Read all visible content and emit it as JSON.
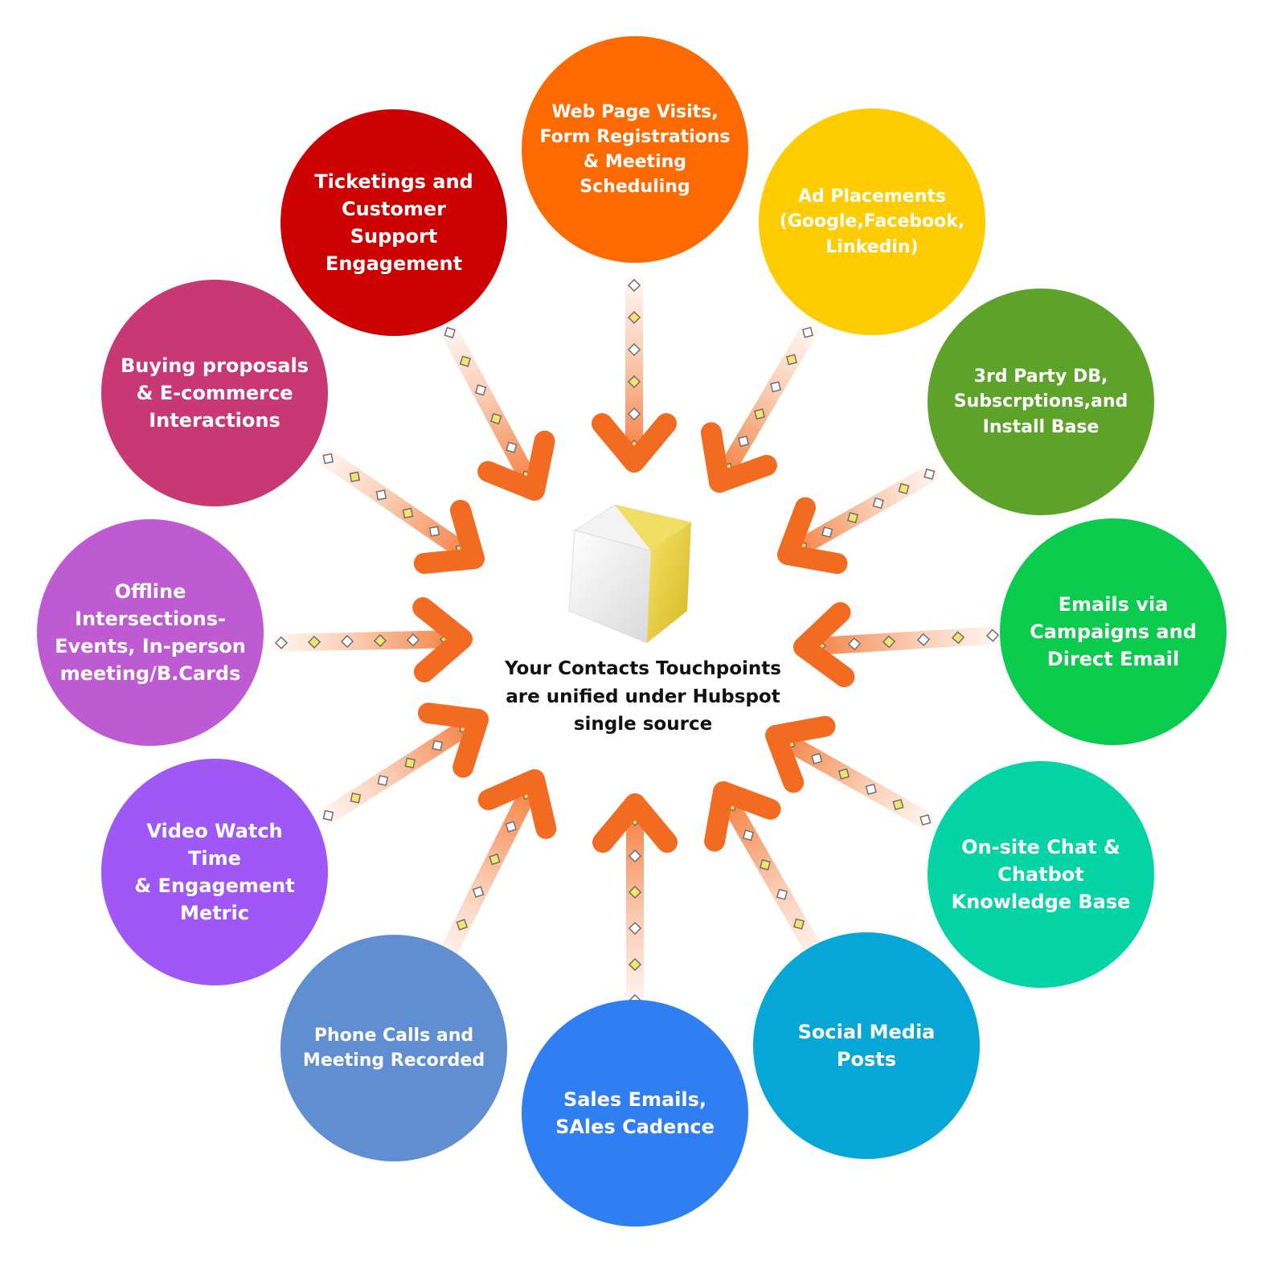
{
  "center": {
    "caption": "Your Contacts Touchpoints\nare unified under Hubspot\nsingle source"
  },
  "arrow_color": "#F26B21",
  "touchpoints": [
    {
      "id": "web-page-visits",
      "label": "Web Page Visits,\nForm Registrations\n& Meeting\nScheduling",
      "color": "#FF6A00",
      "small": true
    },
    {
      "id": "ad-placements",
      "label": "Ad Placements\n(Google,Facebook,\nLinkedin)",
      "color": "#FFCC00",
      "small": true
    },
    {
      "id": "third-party-db",
      "label": "3rd Party DB,\nSubscrptions,and\nInstall Base",
      "color": "#5DA32A",
      "small": true
    },
    {
      "id": "emails-via-campaigns",
      "label": "Emails via\nCampaigns and\nDirect Email",
      "color": "#0ACB4C",
      "small": false
    },
    {
      "id": "on-site-chat",
      "label": "On-site Chat &\nChatbot\nKnowledge Base",
      "color": "#04D3A6",
      "small": false
    },
    {
      "id": "social-media-posts",
      "label": "Social Media\nPosts",
      "color": "#06A7D6",
      "small": false
    },
    {
      "id": "sales-emails",
      "label": "Sales Emails,\nSAles Cadence",
      "color": "#2F7EF2",
      "small": false
    },
    {
      "id": "phone-calls",
      "label": "Phone Calls and\nMeeting Recorded",
      "color": "#5F8FD2",
      "small": true
    },
    {
      "id": "video-watch-time",
      "label": "Video Watch Time\n& Engagement\nMetric",
      "color": "#9F57F6",
      "small": false
    },
    {
      "id": "offline-intersections",
      "label": "Offline\nIntersections-\nEvents, In-person\nmeeting/B.Cards",
      "color": "#BE5BD2",
      "small": false
    },
    {
      "id": "buying-proposals",
      "label": "Buying proposals\n& E-commerce\nInteractions",
      "color": "#C83874",
      "small": false
    },
    {
      "id": "ticketings-support",
      "label": "Ticketings and\nCustomer Support\nEngagement",
      "color": "#CC0000",
      "small": false
    }
  ]
}
